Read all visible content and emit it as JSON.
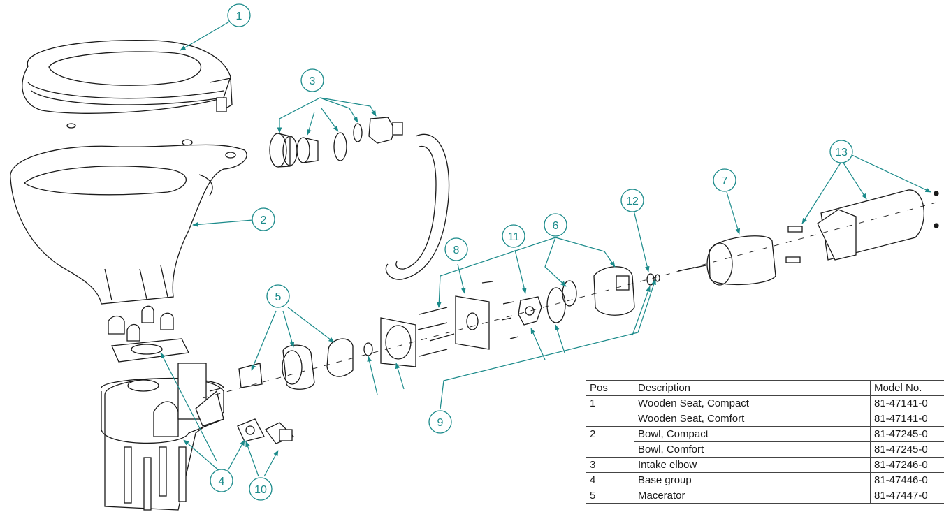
{
  "callouts": [
    "1",
    "2",
    "3",
    "4",
    "5",
    "6",
    "7",
    "8",
    "9",
    "10",
    "11",
    "12",
    "13"
  ],
  "colors": {
    "callout": "#1a8a8a",
    "line": "#1a1a1a"
  },
  "table": {
    "headers": [
      "Pos",
      "Description",
      "Model No."
    ],
    "rows": [
      {
        "pos": "1",
        "description": "Wooden Seat, Compact",
        "model": "81-47141-0"
      },
      {
        "pos": "",
        "description": "Wooden Seat, Comfort",
        "model": "81-47141-0"
      },
      {
        "pos": "2",
        "description": "Bowl, Compact",
        "model": "81-47245-0"
      },
      {
        "pos": "",
        "description": "Bowl, Comfort",
        "model": "81-47245-0"
      },
      {
        "pos": "3",
        "description": "Intake elbow",
        "model": "81-47246-0"
      },
      {
        "pos": "4",
        "description": "Base group",
        "model": "81-47446-0"
      },
      {
        "pos": "5",
        "description": "Macerator",
        "model": "81-47447-0"
      }
    ]
  }
}
